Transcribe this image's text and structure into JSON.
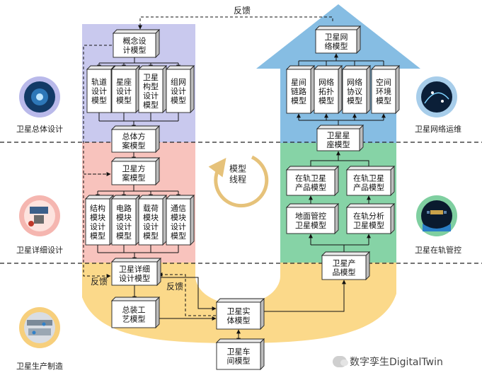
{
  "boxes": {
    "concept": "概念设\n计模型",
    "orbit": "轨道\n设计\n模型",
    "constellation": "星座\n设计\n模型",
    "sat_structure": "卫星\n构型\n设计\n模型",
    "network_design": "组网\n设计\n模型",
    "overall_plan": "总体方\n案模型",
    "sat_plan": "卫星方\n案模型",
    "struct_module": "结构\n模块\n设计\n模型",
    "circuit_module": "电路\n模块\n设计\n模型",
    "payload_module": "载荷\n模块\n设计\n模型",
    "comm_module": "通信\n模块\n设计\n模型",
    "detail_design": "卫星详细\n设计模型",
    "assembly_process": "总装工\n艺模型",
    "entity": "卫星实\n体模型",
    "workshop": "卫星车\n间模型",
    "product": "卫星产\n品模型",
    "ground_control": "地面管控\n卫星模型",
    "orbit_analysis": "在轨分析\n卫星模型",
    "in_orbit_product_a": "在轨卫星\n产品模型",
    "in_orbit_product_b": "在轨卫星\n产品模型",
    "constellation_model": "卫星星\n座模型",
    "inter_sat_link": "星间\n链路\n模型",
    "network_topology": "网络\n拓扑\n模型",
    "network_protocol": "网络\n协议\n模型",
    "space_env": "空间\n环境\n模型",
    "sat_network": "卫星网\n络模型"
  },
  "feedback_labels": {
    "top": "反馈",
    "left": "反馈",
    "right": "反馈"
  },
  "center_label": "模型\n线程",
  "stages": {
    "overall_design": "卫星总体设计",
    "detail_design": "卫星详细设计",
    "production": "卫星生产制造",
    "network_ops": "卫星网络运维",
    "in_orbit_control": "卫星在轨管控"
  },
  "watermark": "数字孪生DigitalTwin",
  "colors": {
    "purple_zone": "#c9c9ee",
    "pink_zone": "#f8c3bd",
    "yellow_zone": "#fbd98a",
    "blue_zone": "#86bde3",
    "green_zone": "#86d3a6",
    "thread_arrow": "#e6c27a"
  }
}
